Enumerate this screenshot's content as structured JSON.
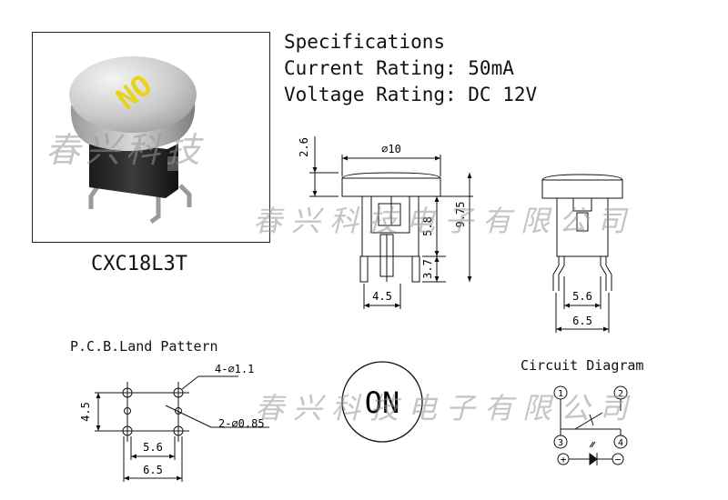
{
  "product": {
    "model": "CXC18L3T",
    "cap_label": "NO"
  },
  "specifications": {
    "title": "Specifications",
    "current_rating": "Current Rating: 50mA",
    "voltage_rating": "Voltage Rating: DC 12V"
  },
  "dimensions": {
    "cap_height": "2.6",
    "cap_diameter": "⌀10",
    "total_height": "9.75",
    "body_height": "5.8",
    "lead_length": "3.7",
    "lead_pitch_front": "4.5",
    "side_inner_width": "5.6",
    "side_outer_width": "6.5"
  },
  "pcb": {
    "title": "P.C.B.Land Pattern",
    "hole_large": "4-⌀1.1",
    "hole_small": "2-⌀0.85",
    "vertical_pitch": "4.5",
    "inner_width": "5.6",
    "outer_width": "6.5"
  },
  "on_symbol": {
    "label": "ON"
  },
  "circuit": {
    "title": "Circuit Diagram",
    "pin1": "1",
    "pin2": "2",
    "pin3": "3",
    "pin4": "4",
    "plus": "+",
    "minus": "−"
  },
  "watermarks": {
    "photo": "春兴科技",
    "line_top": "春兴科技电子有限公司",
    "line_bottom": "春兴科技电子有限公司"
  }
}
